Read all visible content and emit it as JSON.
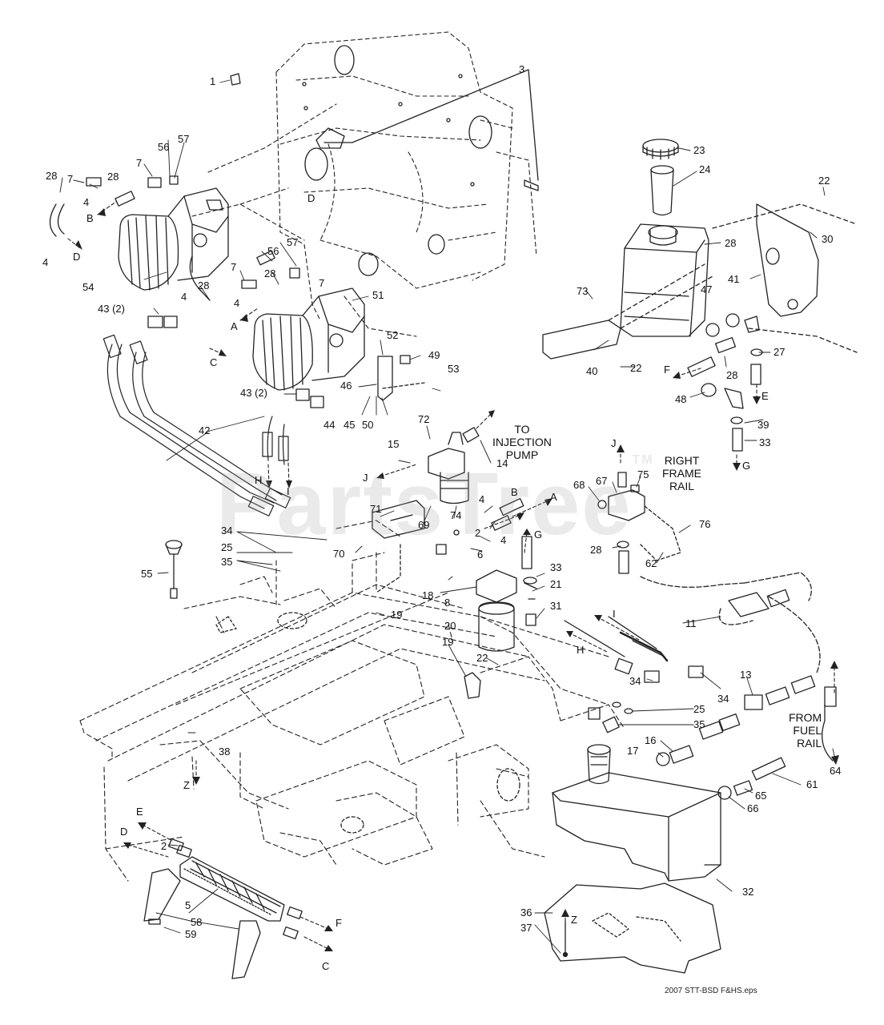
{
  "watermark": "PartsTree",
  "watermark_tm": "TM",
  "file_label": "2007 STT-BSD F&HS.eps",
  "notes": {
    "to_injection_pump": "TO\nINJECTION\nPUMP",
    "right_frame_rail": "RIGHT\nFRAME\nRAIL",
    "from_fuel_rail": "FROM\nFUEL\nRAIL"
  },
  "callouts": [
    "1",
    "3",
    "23",
    "24",
    "22",
    "30",
    "28",
    "56",
    "57",
    "7",
    "28",
    "7",
    "28",
    "4",
    "4",
    "B",
    "D",
    "D",
    "54",
    "57",
    "56",
    "28",
    "7",
    "7",
    "4",
    "28",
    "4",
    "A",
    "C",
    "51",
    "43 (2)",
    "52",
    "49",
    "46",
    "53",
    "43 (2)",
    "44",
    "45",
    "50",
    "42",
    "73",
    "41",
    "47",
    "40",
    "22",
    "27",
    "28",
    "F",
    "48",
    "E",
    "39",
    "33",
    "G",
    "72",
    "14",
    "15",
    "J",
    "H",
    "I",
    "74",
    "71",
    "69",
    "B",
    "A",
    "4",
    "2",
    "4",
    "G",
    "6",
    "34",
    "25",
    "35",
    "70",
    "55",
    "J",
    "75",
    "67",
    "68",
    "76",
    "28",
    "62",
    "33",
    "21",
    "18",
    "8",
    "31",
    "19",
    "20",
    "19",
    "22",
    "11",
    "I",
    "H",
    "34",
    "34",
    "13",
    "25",
    "35",
    "16",
    "17",
    "61",
    "65",
    "66",
    "64",
    "38",
    "Z",
    "32",
    "E",
    "D",
    "2",
    "5",
    "58",
    "59",
    "F",
    "C",
    "36",
    "Z",
    "37"
  ]
}
